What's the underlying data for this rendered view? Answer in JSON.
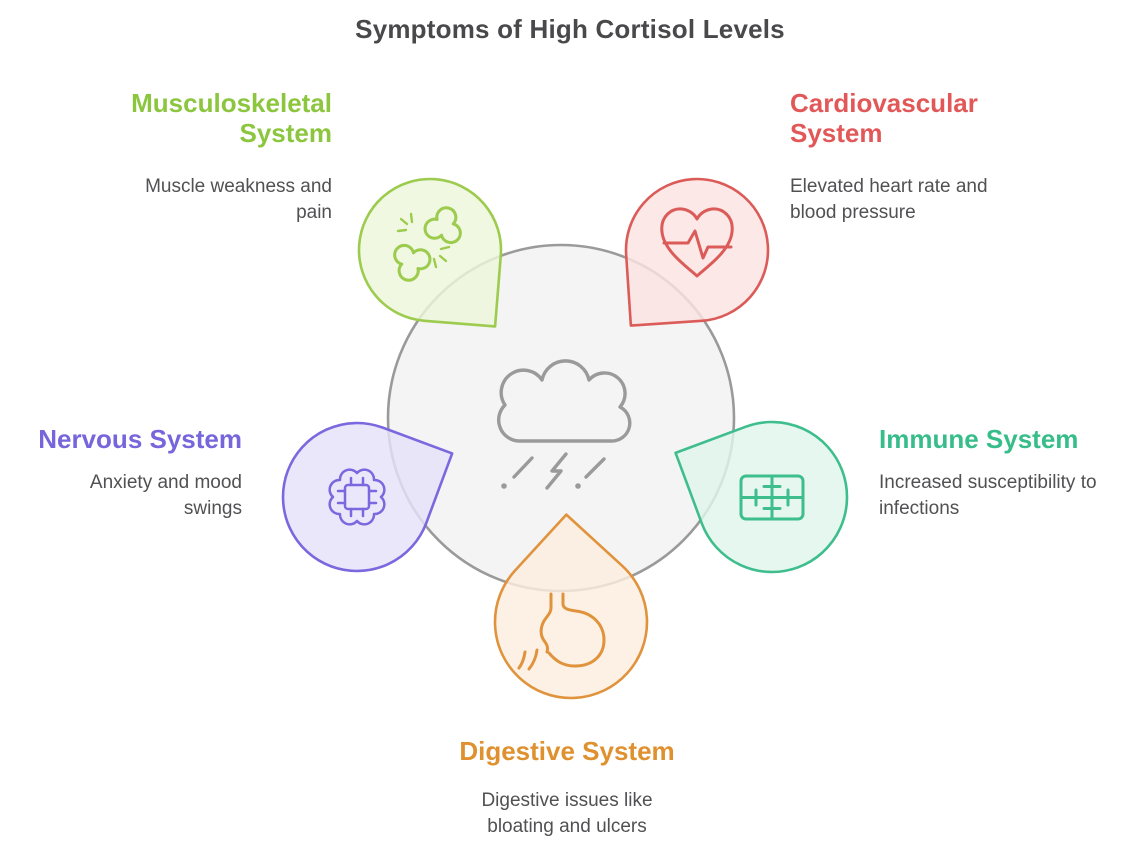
{
  "title": "Symptoms of High Cortisol Levels",
  "background": "#FFFFFF",
  "title_color": "#49494B",
  "body_text_color": "#515153",
  "center": {
    "icon": "storm-cloud-icon",
    "circle_fill": "#F4F4F4",
    "circle_stroke": "#9A9A9A"
  },
  "sections": [
    {
      "id": "musculoskeletal",
      "title": "Musculoskeletal System",
      "description": "Muscle weakness and pain",
      "icon": "broken-bone-icon",
      "color": "#8CC63F",
      "pin_fill": "#EDF6DA",
      "position": "top-left"
    },
    {
      "id": "cardiovascular",
      "title": "Cardiovascular System",
      "description": "Elevated heart rate and blood pressure",
      "icon": "heart-pulse-icon",
      "color": "#E25858",
      "pin_fill": "#FAE3E2",
      "position": "top-right"
    },
    {
      "id": "nervous",
      "title": "Nervous System",
      "description": "Anxiety and mood swings",
      "icon": "brain-chip-icon",
      "color": "#7765DB",
      "pin_fill": "#E7E2F9",
      "position": "left"
    },
    {
      "id": "immune",
      "title": "Immune System",
      "description": "Increased susceptibility to infections",
      "icon": "immune-panel-icon",
      "color": "#36BD8A",
      "pin_fill": "#E1F5EB",
      "position": "right"
    },
    {
      "id": "digestive",
      "title": "Digestive System",
      "description": "Digestive issues like bloating and ulcers",
      "icon": "stomach-icon",
      "color": "#E0912F",
      "pin_fill": "#FBEEDE",
      "position": "bottom"
    }
  ]
}
